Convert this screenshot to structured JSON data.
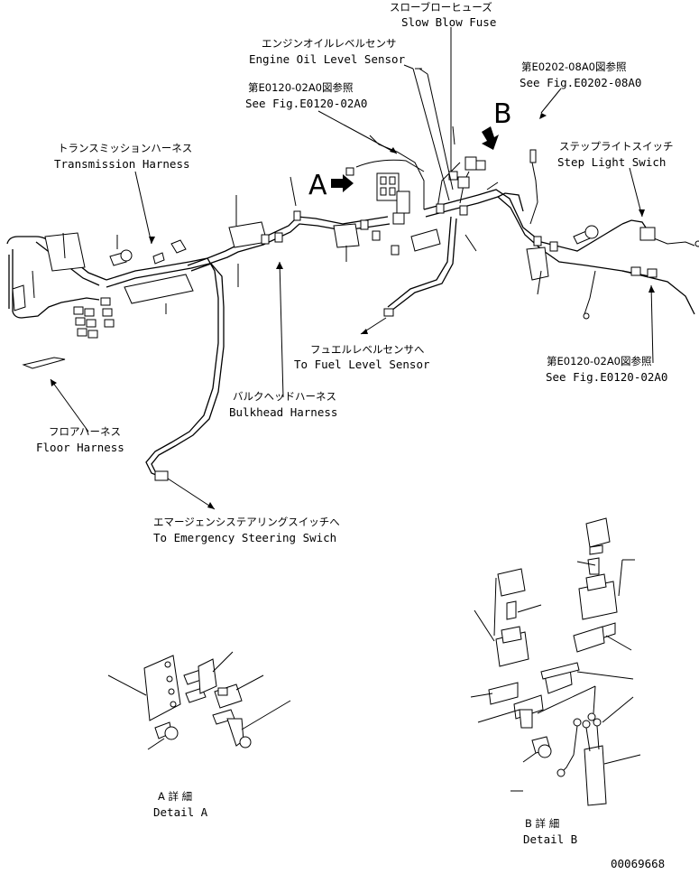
{
  "labels": {
    "slow_blow_fuse": {
      "jp": "スローブローヒューズ",
      "en": "Slow Blow Fuse"
    },
    "engine_oil_level_sensor": {
      "jp": "エンジンオイルレベルセンサ",
      "en": "Engine Oil Level Sensor"
    },
    "see_fig_e0120_top": {
      "jp": "第E0120-02A0図参照",
      "en": "See Fig.E0120-02A0"
    },
    "see_fig_e0202": {
      "jp": "第E0202-08A0図参照",
      "en": "See Fig.E0202-08A0"
    },
    "transmission_harness": {
      "jp": "トランスミッションハーネス",
      "en": "Transmission Harness"
    },
    "step_light_switch": {
      "jp": "ステップライトスイッチ",
      "en": "Step Light Swich"
    },
    "to_fuel_level_sensor": {
      "jp": "フュエルレベルセンサへ",
      "en": "To Fuel Level Sensor"
    },
    "see_fig_e0120_right": {
      "jp": "第E0120-02A0図参照",
      "en": "See Fig.E0120-02A0"
    },
    "bulkhead_harness": {
      "jp": "バルクヘッドハーネス",
      "en": "Bulkhead Harness"
    },
    "floor_harness": {
      "jp": "フロアハーネス",
      "en": "Floor Harness"
    },
    "to_emergency_steering": {
      "jp": "エマージェンシステアリングスイッチへ",
      "en": "To Emergency Steering Swich"
    },
    "detail_a": {
      "jp": "A 詳 細",
      "en": "Detail A"
    },
    "detail_b": {
      "jp": "B 詳 細",
      "en": "Detail B"
    }
  },
  "markers": {
    "a": "A",
    "b": "B"
  },
  "drawing_number": "00069668"
}
